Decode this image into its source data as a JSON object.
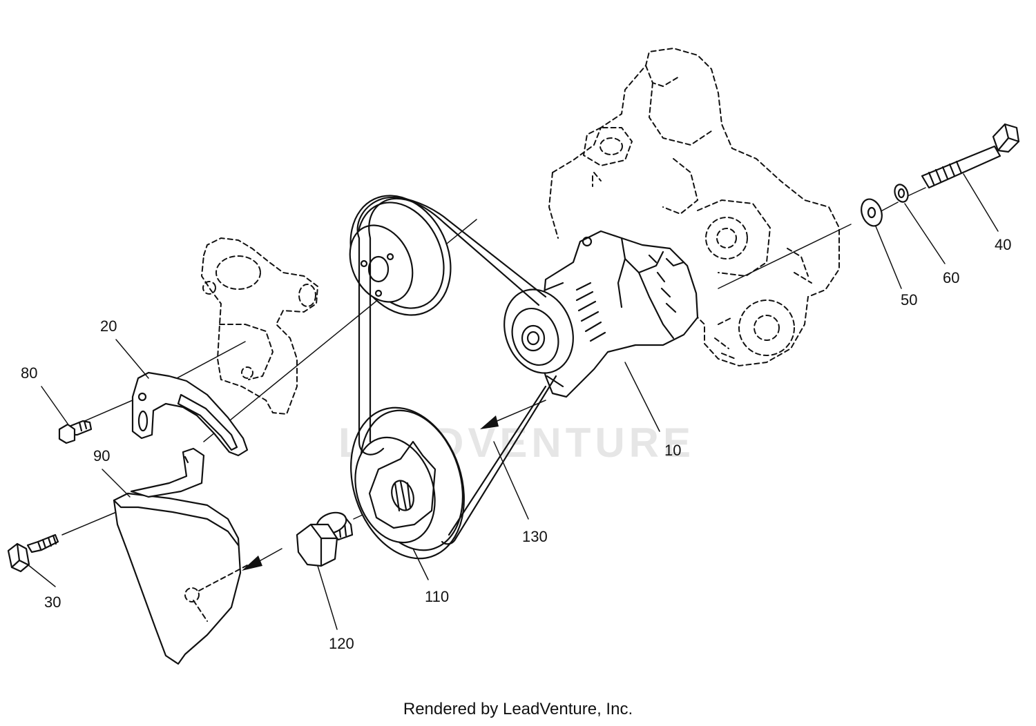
{
  "watermark": "LEADVENTURE",
  "footer": "Rendered by LeadVenture, Inc.",
  "callouts": {
    "c10": "10",
    "c20": "20",
    "c30": "30",
    "c40": "40",
    "c50": "50",
    "c60": "60",
    "c80": "80",
    "c90": "90",
    "c110": "110",
    "c120": "120",
    "c130": "130"
  }
}
